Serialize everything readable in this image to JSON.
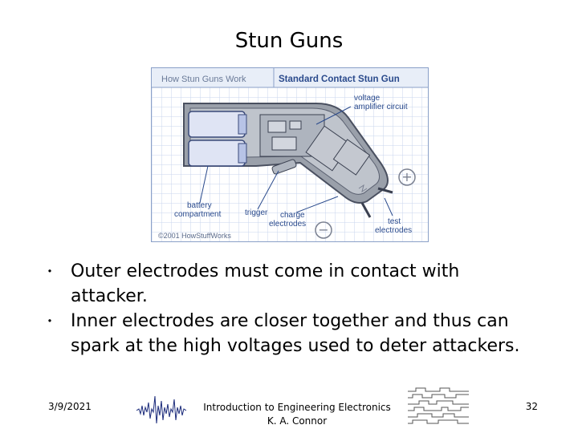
{
  "title": "Stun Guns",
  "figure": {
    "header_left": "How Stun Guns Work",
    "header_right": "Standard Contact Stun Gun",
    "labels": {
      "voltage_line1": "voltage",
      "voltage_line2": "amplifier circuit",
      "battery_line1": "battery",
      "battery_line2": "compartment",
      "trigger": "trigger",
      "charge_line1": "charge",
      "charge_line2": "electrodes",
      "test_line1": "test",
      "test_line2": "electrodes"
    },
    "copyright": "©2001 HowStuffWorks",
    "plus": "+",
    "minus": "−"
  },
  "bullets": [
    "Outer electrodes must come in contact with attacker.",
    "Inner electrodes are closer together and thus can spark at the high voltages used to deter attackers."
  ],
  "footer": {
    "date": "3/9/2021",
    "course": "Introduction to Engineering Electronics",
    "author": "K. A. Connor",
    "page": "32"
  },
  "colors": {
    "accent_blue": "#2a4a8c",
    "grid_blue": "#c9d6ee",
    "body_gray": "#8a8f99"
  }
}
